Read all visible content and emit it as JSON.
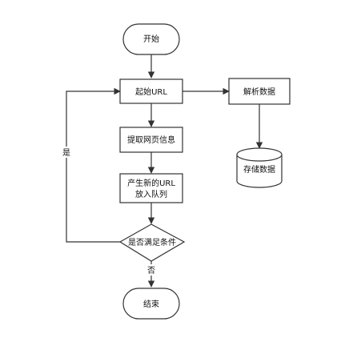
{
  "diagram": {
    "nodes": {
      "start": {
        "label": "开始"
      },
      "start_url": {
        "label": "起始URL"
      },
      "parse_data": {
        "label": "解析数据"
      },
      "extract_info": {
        "label": "提取网页信息"
      },
      "new_url": {
        "line1": "产生新的URL",
        "line2": "放入队列"
      },
      "condition": {
        "label": "是否满足条件"
      },
      "store_data": {
        "label": "存储数据"
      },
      "end": {
        "label": "结束"
      }
    },
    "edges": {
      "yes_label": "是",
      "no_label": "否"
    },
    "colors": {
      "stroke": "#333333",
      "fill": "#ffffff",
      "text": "#111111"
    }
  }
}
